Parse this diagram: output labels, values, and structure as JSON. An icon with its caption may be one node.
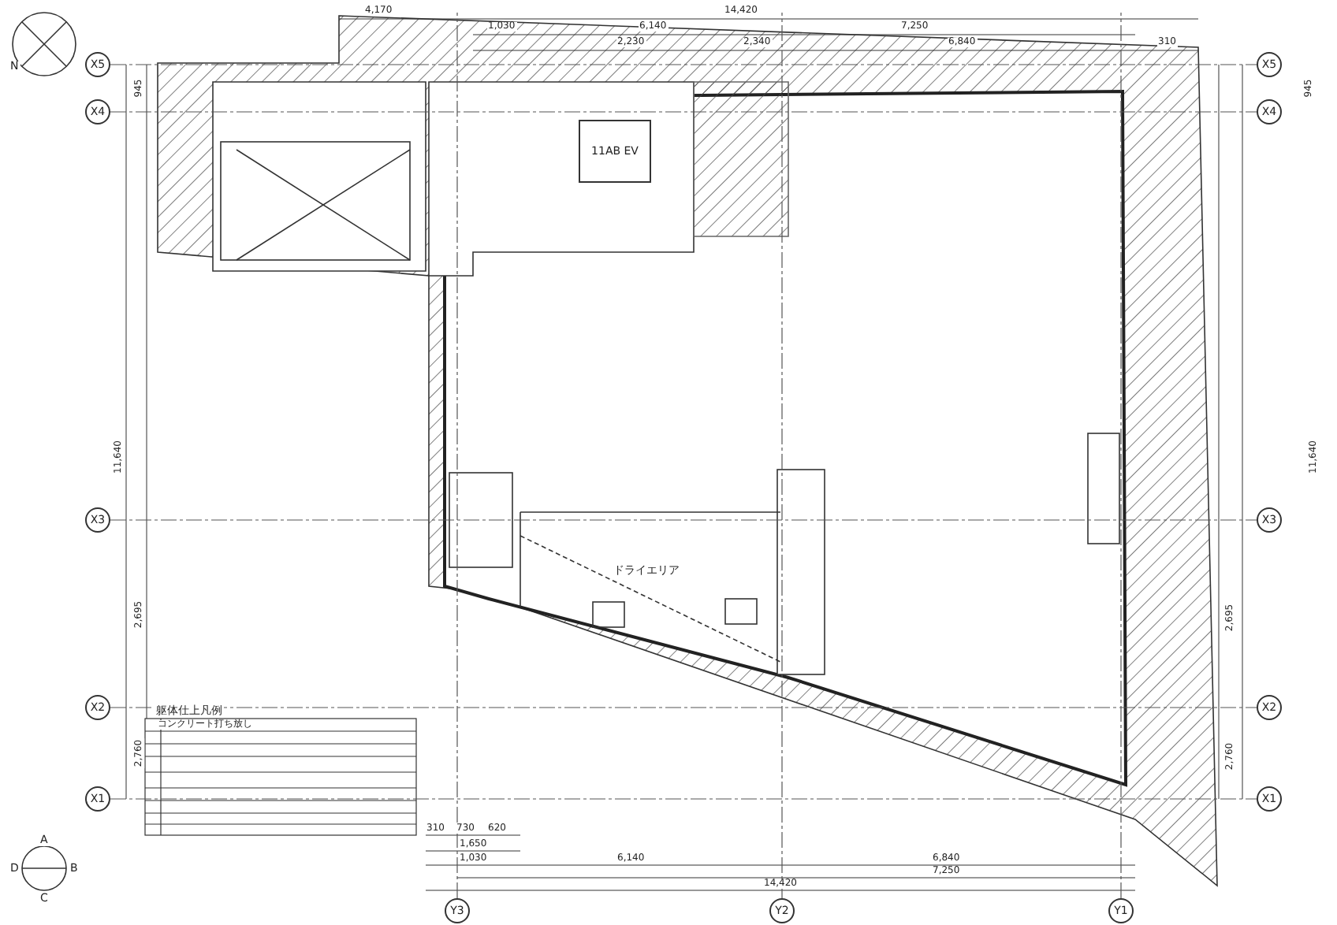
{
  "diagram": {
    "nodes": [
      {
        "text": [
          "X5"
        ]
      },
      {
        "text": [
          "X4"
        ]
      },
      {
        "text": [
          "X3"
        ]
      },
      {
        "text": [
          "X2"
        ]
      },
      {
        "text": [
          "X1"
        ]
      },
      {
        "text": [
          "X5"
        ]
      },
      {
        "text": [
          "X4"
        ]
      },
      {
        "text": [
          "X3"
        ]
      },
      {
        "text": [
          "X2"
        ]
      },
      {
        "text": [
          "X1"
        ]
      },
      {
        "text": [
          "Y3"
        ]
      },
      {
        "text": [
          "Y2"
        ]
      },
      {
        "text": [
          "Y1"
        ]
      },
      {
        "text": [
          "11AB EV"
        ]
      }
    ],
    "edges": [
      {
        "from": 0,
        "to": 5,
        "arrow": "none",
        "style": "dashed"
      },
      {
        "from": 1,
        "to": 6,
        "arrow": "none",
        "style": "dashed"
      },
      {
        "from": 2,
        "to": 7,
        "arrow": "none",
        "style": "dashed"
      },
      {
        "from": 3,
        "to": 8,
        "arrow": "none",
        "style": "dashed"
      },
      {
        "from": 4,
        "to": 9,
        "arrow": "none",
        "style": "dashed"
      },
      {
        "from": 10,
        "to": null,
        "arrow": "none",
        "style": "dashed"
      },
      {
        "from": 11,
        "to": null,
        "arrow": "none",
        "style": "dashed"
      },
      {
        "from": 12,
        "to": null,
        "arrow": "none",
        "style": "dashed"
      }
    ],
    "labels": [
      "4,170",
      "14,420",
      "1,030",
      "6,140",
      "7,250",
      "2,230",
      "2,340",
      "6,840",
      "310",
      "945",
      "11,640",
      "2,695",
      "2,760",
      "945",
      "11,640",
      "2,695",
      "2,760",
      "ドライエリア",
      "躯体仕上凡例",
      "コンクリート打ち放し",
      "310",
      "730",
      "620",
      "1,650",
      "1,030",
      "6,140",
      "6,840",
      "7,250",
      "14,420",
      "N",
      "A",
      "B",
      "C",
      "D"
    ]
  }
}
